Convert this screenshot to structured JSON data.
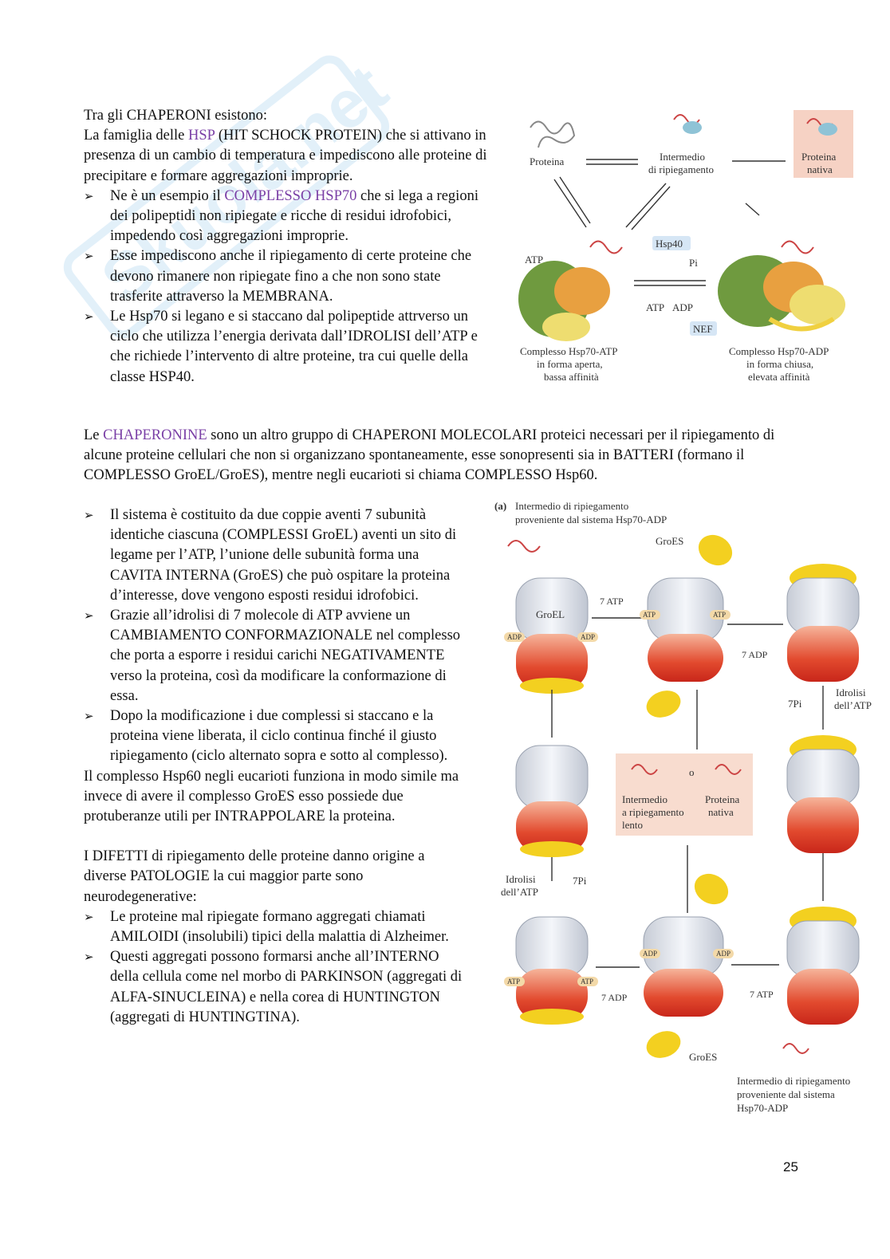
{
  "watermark": "Skuola.net",
  "section1": {
    "line1": "Tra gli CHAPERONI esistono:",
    "p_pre": "La famiglia delle ",
    "p_hl": "HSP",
    "p_post": " (HIT SCHOCK PROTEIN) che si attivano in presenza di un cambio di temperatura e impediscono alle proteine di precipitare e formare aggregazioni improprie.",
    "b1_pre": "Ne è un esempio il ",
    "b1_hl": "COMPLESSO HSP70",
    "b1_post": " che si lega a regioni dei polipeptidi non ripiegate e ricche di residui idrofobici, impedendo così aggregazioni improprie.",
    "b2": "Esse impediscono anche il ripiegamento di certe proteine che devono rimanere non ripiegate fino a che non sono state trasferite attraverso la MEMBRANA.",
    "b3": "Le Hsp70 si legano e si staccano dal polipeptide attrverso un ciclo che utilizza l’energia derivata dall’IDROLISI dell’ATP e che richiede l’intervento di altre proteine, tra cui quelle della classe HSP40."
  },
  "section2": {
    "p_pre": "Le ",
    "p_hl": "CHAPERONINE",
    "p_post": " sono un altro gruppo di CHAPERONI MOLECOLARI proteici necessari per il ripiegamento di alcune proteine cellulari che non si organizzano spontaneamente, esse sonopresenti sia in BATTERI (formano il COMPLESSO GroEL/GroES), mentre negli eucarioti si chiama COMPLESSO Hsp60.",
    "b1": "Il sistema è costituito da due coppie aventi 7 subunità identiche ciascuna (COMPLESSI GroEL) aventi un sito di legame per l’ATP, l’unione delle subunità forma una CAVITA INTERNA (GroES) che può ospitare la proteina d’interesse, dove vengono esposti residui idrofobici.",
    "b2": "Grazie all’idrolisi di 7 molecole di ATP avviene un CAMBIAMENTO CONFORMAZIONALE nel complesso che porta a esporre i residui carichi NEGATIVAMENTE verso la proteina, così da modificare la conformazione di essa.",
    "b3": "Dopo la modificazione i due complessi si staccano e la proteina viene liberata, il ciclo continua finché il giusto ripiegamento (ciclo alternato sopra e sotto al complesso).",
    "p2": "Il complesso Hsp60 negli eucarioti funziona in modo simile ma invece di avere il complesso GroES esso possiede due protuberanze utili per INTRAPPOLARE la proteina.",
    "p3": "I DIFETTI di ripiegamento delle proteine danno origine a diverse PATOLOGIE la cui maggior parte sono neurodegenerative:",
    "b4": "Le proteine mal ripiegate formano aggregati chiamati AMILOIDI (insolubili) tipici della malattia di Alzheimer.",
    "b5": "Questi aggregati possono formarsi anche all’INTERNO della cellula come nel morbo di PARKINSON (aggregati di ALFA-SINUCLEINA) e nella corea di HUNTINGTON (aggregati di HUNTINGTINA)."
  },
  "fig1": {
    "proteina": "Proteina",
    "intermedio1": "Intermedio",
    "intermedio2": "di ripiegamento",
    "nativa1": "Proteina",
    "nativa2": "nativa",
    "atp": "ATP",
    "hsp40": "Hsp40",
    "pi": "Pi",
    "atp2": "ATP",
    "adp": "ADP",
    "nef": "NEF",
    "left1": "Complesso Hsp70-ATP",
    "left2": "in forma aperta,",
    "left3": "bassa affinità",
    "right1": "Complesso Hsp70-ADP",
    "right2": "in forma chiusa,",
    "right3": "elevata affinità"
  },
  "fig2": {
    "a_label": "(a)",
    "top1": "Intermedio di ripiegamento",
    "top2": "proveniente dal sistema Hsp70-ADP",
    "groes": "GroES",
    "groel": "GroEL",
    "seven_atp": "7 ATP",
    "seven_adp": "7 ADP",
    "idrolisi1": "Idrolisi",
    "idrolisi2": "dell’ATP",
    "seven_pi": "7Pi",
    "o": "o",
    "mid_left1": "Intermedio",
    "mid_left2": "a ripiegamento",
    "mid_left3": "lento",
    "mid_right1": "Proteina",
    "mid_right2": "nativa",
    "bot1": "Intermedio di ripiegamento",
    "bot2": "proveniente dal sistema",
    "bot3": "Hsp70-ADP",
    "atp": "ATP",
    "adp": "ADP"
  },
  "page_number": "25"
}
